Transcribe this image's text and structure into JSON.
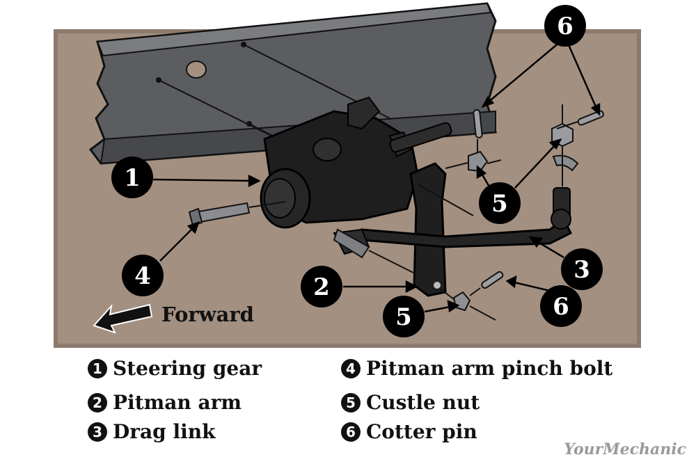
{
  "callouts": [
    {
      "num": "1"
    },
    {
      "num": "2"
    },
    {
      "num": "3"
    },
    {
      "num": "4"
    },
    {
      "num": "5"
    },
    {
      "num": "5"
    },
    {
      "num": "6"
    },
    {
      "num": "6"
    }
  ],
  "direction_label": "Forward",
  "legend": [
    {
      "num": "1",
      "label": "Steering gear"
    },
    {
      "num": "2",
      "label": "Pitman arm"
    },
    {
      "num": "3",
      "label": "Drag link"
    },
    {
      "num": "4",
      "label": "Pitman arm pinch bolt"
    },
    {
      "num": "5",
      "label": "Custle nut"
    },
    {
      "num": "6",
      "label": "Cotter pin"
    }
  ],
  "brand": "YourMechanic",
  "colors": {
    "background_panel": "#a39081",
    "frame_rail": "#55575a",
    "parts": "#1c1c1c",
    "callout": "#000000"
  }
}
